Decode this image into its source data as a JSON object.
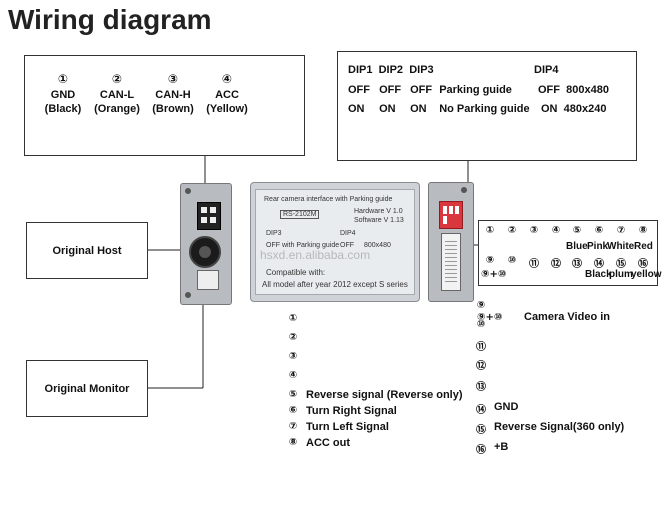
{
  "title": "Wiring diagram",
  "can_connector": {
    "pins": [
      {
        "num": "①",
        "name": "GND",
        "color": "(Black)"
      },
      {
        "num": "②",
        "name": "CAN-L",
        "color": "(Orange)"
      },
      {
        "num": "③",
        "name": "CAN-H",
        "color": "(Brown)"
      },
      {
        "num": "④",
        "name": "ACC",
        "color": "(Yellow)"
      }
    ]
  },
  "dip_table": {
    "headers": [
      "DIP1",
      "DIP2",
      "DIP3",
      "DIP4"
    ],
    "rows": [
      {
        "d1": "OFF",
        "d2": "OFF",
        "d3": "OFF",
        "d3_desc": "Parking guide",
        "d4": "OFF",
        "res": "800x480"
      },
      {
        "d1": "ON",
        "d2": "ON",
        "d3": "ON",
        "d3_desc": "No Parking guide",
        "d4": "ON",
        "res": "480x240"
      }
    ]
  },
  "module_label": {
    "heading": "Rear camera interface with Parking guide",
    "model": "RS-2102M",
    "hardware": "Hardware V 1.0",
    "software": "Software V 1.13",
    "dip3": "DIP3",
    "dip4": "DIP4",
    "parking_row": "OFF with Parking guide",
    "res_row_off": "OFF",
    "res_row_val": "800x480",
    "compatible": "Compatible with:",
    "models": "All model after year 2012 except S series"
  },
  "watermark": "hsxd.en.alibaba.com",
  "boxes": {
    "original_host": "Original Host",
    "original_monitor": "Original Monitor"
  },
  "pin_grid": {
    "row1": [
      "①",
      "②",
      "③",
      "④",
      "⑤",
      "⑥",
      "⑦",
      "⑧"
    ],
    "row1_colors": [
      "",
      "",
      "",
      "",
      "Blue",
      "Pink",
      "White",
      "Red"
    ],
    "row2": [
      "⑨",
      "⑩",
      "⑪",
      "⑫",
      "⑬",
      "⑭",
      "⑮",
      "⑯"
    ],
    "row2_colors": [
      "",
      "",
      "",
      "",
      "",
      "Black",
      "plum",
      "yellow"
    ],
    "combined": "⑨+⑩"
  },
  "left_pins": [
    {
      "num": "①",
      "text": ""
    },
    {
      "num": "②",
      "text": ""
    },
    {
      "num": "③",
      "text": ""
    },
    {
      "num": "④",
      "text": ""
    },
    {
      "num": "⑤",
      "text": "Reverse signal (Reverse only)"
    },
    {
      "num": "⑥",
      "text": "Turn Right Signal"
    },
    {
      "num": "⑦",
      "text": "Turn Left Signal"
    },
    {
      "num": "⑧",
      "text": "ACC out"
    }
  ],
  "right_pins": [
    {
      "num": "⑨",
      "text": ""
    },
    {
      "num": "⑩",
      "text": ""
    },
    {
      "num": "⑪",
      "text": ""
    },
    {
      "num": "⑫",
      "text": ""
    },
    {
      "num": "⑬",
      "text": ""
    },
    {
      "num": "⑭",
      "text": "GND"
    },
    {
      "num": "⑮",
      "text": "Reverse Signal(360 only)"
    },
    {
      "num": "⑯",
      "text": "+B"
    }
  ],
  "camera_video": {
    "num": "⑨+⑩",
    "text": "Camera Video in"
  },
  "colors": {
    "module_body": "#cfd3d8",
    "module_label": "#e9ecef",
    "connector_body": "#b8bcc1",
    "dip_switch": "#d9363e",
    "line": "#222222"
  }
}
